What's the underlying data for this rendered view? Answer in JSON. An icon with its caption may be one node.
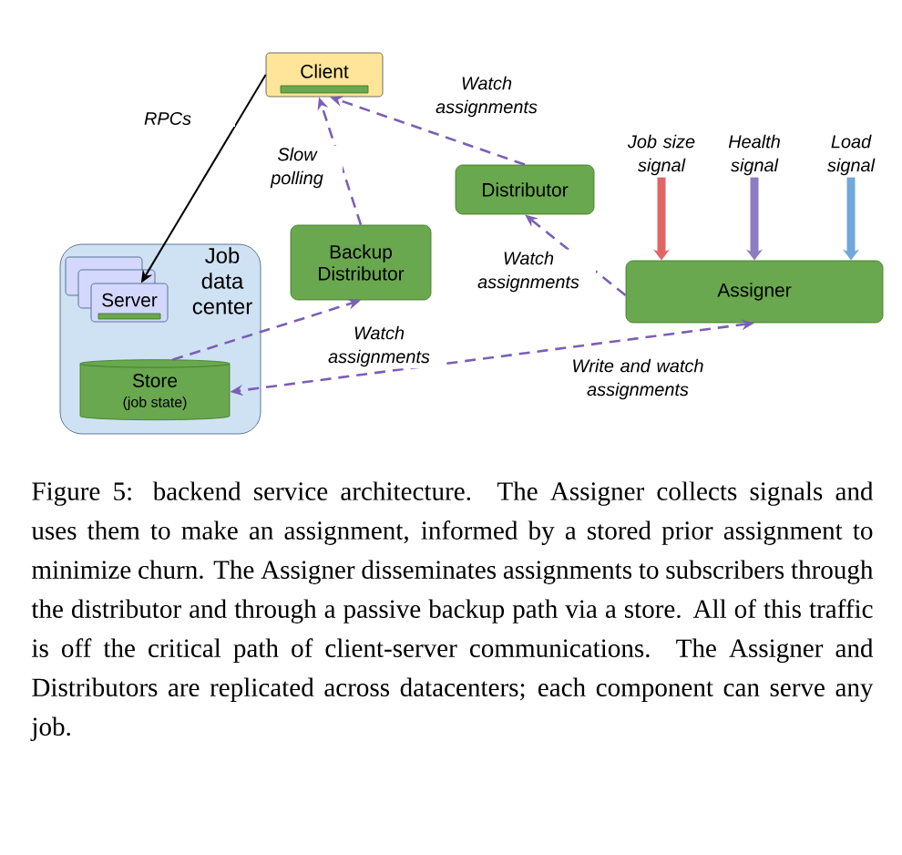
{
  "diagram": {
    "caption": "Figure 5: backend service architecture. The Assigner collects signals and uses them to make an assignment, informed by a stored prior assignment to minimize churn. The Assigner disseminates assignments to subscribers through the distributor and through a passive backup path via a store. All of this traffic is off the critical path of client-server communications. The Assigner and Distributors are replicated across datacenters; each component can serve any job.",
    "nodes": [
      {
        "text": [
          "Client"
        ]
      },
      {
        "text": [
          "Job data center"
        ]
      },
      {
        "text": [
          "Server"
        ],
        "in": 1
      },
      {
        "text": [
          "Store",
          "(job state)"
        ],
        "in": 1
      },
      {
        "text": [
          "Backup Distributor"
        ]
      },
      {
        "text": [
          "Distributor"
        ]
      },
      {
        "text": [
          "Assigner"
        ]
      },
      {
        "text": [
          "Job size signal"
        ]
      },
      {
        "text": [
          "Health signal"
        ]
      },
      {
        "text": [
          "Load signal"
        ]
      }
    ],
    "edges": [
      {
        "from": 0,
        "to": 2,
        "arrow": "to",
        "label": "RPCs",
        "color": "#000000"
      },
      {
        "from": 4,
        "to": 0,
        "arrow": "to",
        "label": "Slow polling",
        "style": "dashed",
        "color": "#7b5fb5"
      },
      {
        "from": 5,
        "to": 0,
        "arrow": "to",
        "label": "Watch assignments",
        "style": "dashed",
        "color": "#7b5fb5"
      },
      {
        "from": 6,
        "to": 5,
        "arrow": "to",
        "label": "Watch assignments",
        "style": "dashed",
        "color": "#7b5fb5"
      },
      {
        "from": 3,
        "to": 4,
        "arrow": "to",
        "label": "Watch assignments",
        "style": "dashed",
        "color": "#7b5fb5"
      },
      {
        "from": 6,
        "to": 3,
        "arrow": "both",
        "label": "Write and watch assignments",
        "style": "dashed",
        "color": "#7b5fb5"
      },
      {
        "from": 7,
        "to": 6,
        "arrow": "to",
        "style": "thick",
        "color": "#e06666"
      },
      {
        "from": 8,
        "to": 6,
        "arrow": "to",
        "style": "thick",
        "color": "#8e7cc3"
      },
      {
        "from": 9,
        "to": 6,
        "arrow": "to",
        "style": "thick",
        "color": "#6fa8dc"
      }
    ]
  }
}
